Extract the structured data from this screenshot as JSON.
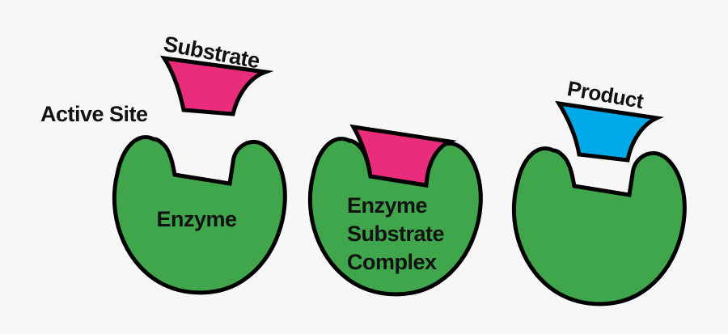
{
  "colors": {
    "background": "#f7f7f7",
    "outline": "#000000",
    "enzyme": "#3fa64c",
    "substrate": "#e92c7c",
    "product": "#00a9e8"
  },
  "labels": {
    "active_site": "Active Site",
    "substrate": "Substrate",
    "enzyme": "Enzyme",
    "complex_lines": [
      "Enzyme",
      "Substrate",
      "Complex"
    ],
    "product": "Product"
  }
}
